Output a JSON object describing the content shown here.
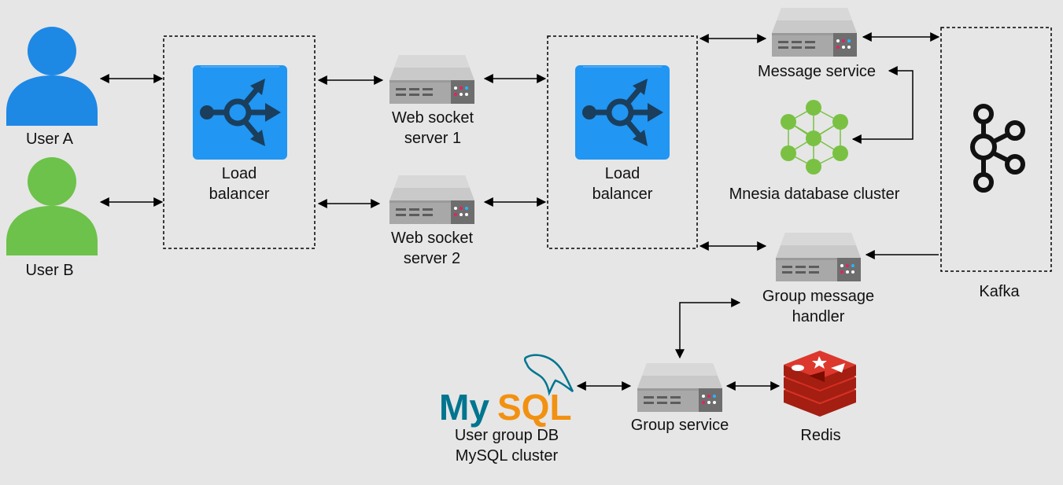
{
  "users": {
    "a": {
      "label": "User A",
      "color": "#1e88e5"
    },
    "b": {
      "label": "User B",
      "color": "#6cc24a"
    }
  },
  "load_balancers": [
    {
      "label_line1": "Load",
      "label_line2": "balancer",
      "icon": "load-balancer-icon"
    },
    {
      "label_line1": "Load",
      "label_line2": "balancer",
      "icon": "load-balancer-icon"
    }
  ],
  "websocket_servers": [
    {
      "label_line1": "Web socket",
      "label_line2": "server 1",
      "icon": "server-icon"
    },
    {
      "label_line1": "Web socket",
      "label_line2": "server 2",
      "icon": "server-icon"
    }
  ],
  "message_service": {
    "label": "Message service",
    "icon": "server-icon"
  },
  "mnesia": {
    "label": "Mnesia database cluster",
    "icon": "graph-cluster-icon",
    "color": "#7ac143"
  },
  "kafka": {
    "label": "Kafka",
    "icon": "kafka-icon"
  },
  "group_message_handler": {
    "label_line1": "Group message",
    "label_line2": "handler",
    "icon": "server-icon"
  },
  "group_service": {
    "label": "Group service",
    "icon": "server-icon"
  },
  "mysql": {
    "logo_text_my": "My",
    "logo_text_sql": "SQL",
    "label_line1": "User group DB",
    "label_line2": "MySQL cluster",
    "icon": "mysql-logo"
  },
  "redis": {
    "label": "Redis",
    "icon": "redis-icon",
    "color": "#c6302b"
  },
  "colors": {
    "background": "#e6e6e6",
    "lb_blue": "#2196f3",
    "lb_dark": "#1a3e5c",
    "server_gray": "#a6a6a6",
    "server_panel": "#707070",
    "mysql_blue": "#00758f",
    "mysql_orange": "#f29111"
  }
}
